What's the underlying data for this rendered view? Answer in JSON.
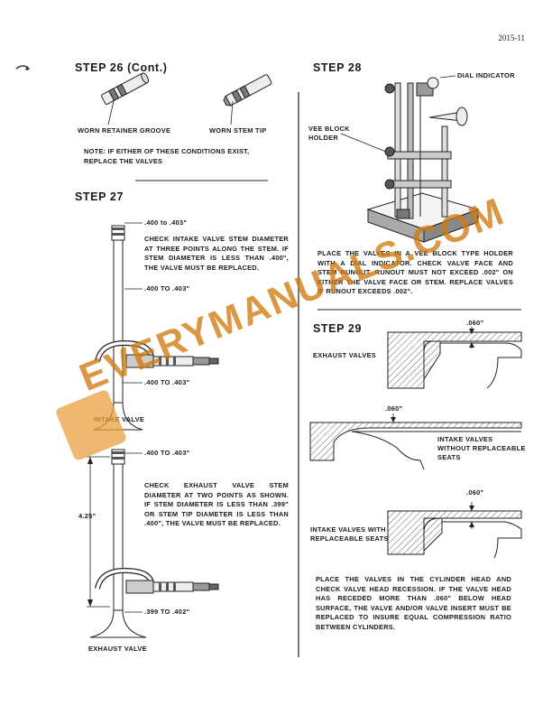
{
  "page_number": "2015-11",
  "step26": {
    "title": "STEP 26 (Cont.)",
    "label_groove": "WORN RETAINER GROOVE",
    "label_tip": "WORN STEM TIP",
    "note": "NOTE: IF EITHER OF THESE CONDITIONS EXIST, REPLACE THE VALVES"
  },
  "step27": {
    "title": "STEP 27",
    "dim_top": ".400 to .403\"",
    "dim_mid": ".400 TO .403\"",
    "dim_bottom": ".400 TO .403\"",
    "intake_label": "INTAKE VALVE",
    "intake_text": "CHECK INTAKE VALVE STEM DIAMETER AT THREE POINTS ALONG THE STEM. IF STEM DIAMETER IS LESS THAN .400\", THE VALVE MUST BE REPLACED.",
    "exhaust_dim_top": ".400 TO .403\"",
    "exhaust_length": "4.25\"",
    "exhaust_dim_bottom": ".399 TO .402\"",
    "exhaust_label": "EXHAUST VALVE",
    "exhaust_text": "CHECK EXHAUST VALVE STEM DIAMETER AT TWO POINTS AS SHOWN. IF STEM DIAMETER IS LESS THAN .399\" OR STEM TIP DIAMETER IS LESS THAN .400\", THE VALVE MUST BE REPLACED."
  },
  "step28": {
    "title": "STEP 28",
    "label_indicator": "DIAL INDICATOR",
    "label_vee": "VEE BLOCK HOLDER",
    "text": "PLACE THE VALVES IN A VEE BLOCK TYPE HOLDER WITH A DIAL INDICATOR. CHECK VALVE FACE AND STEM RUNOUT. RUNOUT MUST NOT EXCEED .002\" ON EITHER THE VALVE FACE OR STEM. REPLACE VALVES IF RUNOUT EXCEEDS .002\"."
  },
  "step29": {
    "title": "STEP 29",
    "dim1": ".060\"",
    "label_exhaust": "EXHAUST VALVES",
    "dim2": ".060\"",
    "label_intake": "INTAKE VALVES WITHOUT REPLACEABLE SEATS",
    "dim3": ".060\"",
    "label_intake_seats": "INTAKE VALVES WITH REPLACEABLE SEATS",
    "text": "PLACE THE VALVES IN THE CYLINDER HEAD AND CHECK VALVE HEAD RECESSION. IF THE VALVE HEAD HAS RECEDED MORE THAN .060\" BELOW HEAD SURFACE, THE VALVE AND/OR VALVE INSERT MUST BE REPLACED TO INSURE EQUAL COMPRESSION RATIO BETWEEN CYLINDERS."
  },
  "watermark": "EVERYMANUALS.COM"
}
